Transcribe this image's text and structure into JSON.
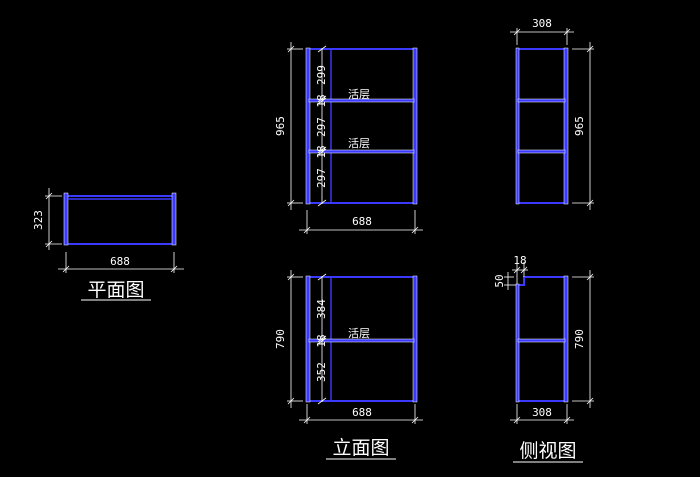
{
  "plan": {
    "width_dim": "688",
    "depth_dim": "323",
    "caption": "平面图"
  },
  "elevation_tall": {
    "height_dim": "965",
    "width_dim": "688",
    "seg_top": "299",
    "shelf_1": "18",
    "seg_mid": "297",
    "shelf_2": "18",
    "seg_bottom": "297",
    "shelf_label_1": "活层",
    "shelf_label_2": "活层"
  },
  "elevation_short": {
    "height_dim": "790",
    "width_dim": "688",
    "seg_top": "384",
    "shelf_1": "18",
    "seg_bottom": "352",
    "shelf_label_1": "活层"
  },
  "elevation_caption": "立面图",
  "side_tall": {
    "depth_dim": "308",
    "height_dim": "965"
  },
  "side_short": {
    "depth_dim": "308",
    "height_dim": "790",
    "notch_w": "18",
    "notch_h": "50"
  },
  "side_caption": "侧视图",
  "colors": {
    "background": "#000000",
    "panel": "#3a3aff",
    "annotation": "#ffffff"
  }
}
